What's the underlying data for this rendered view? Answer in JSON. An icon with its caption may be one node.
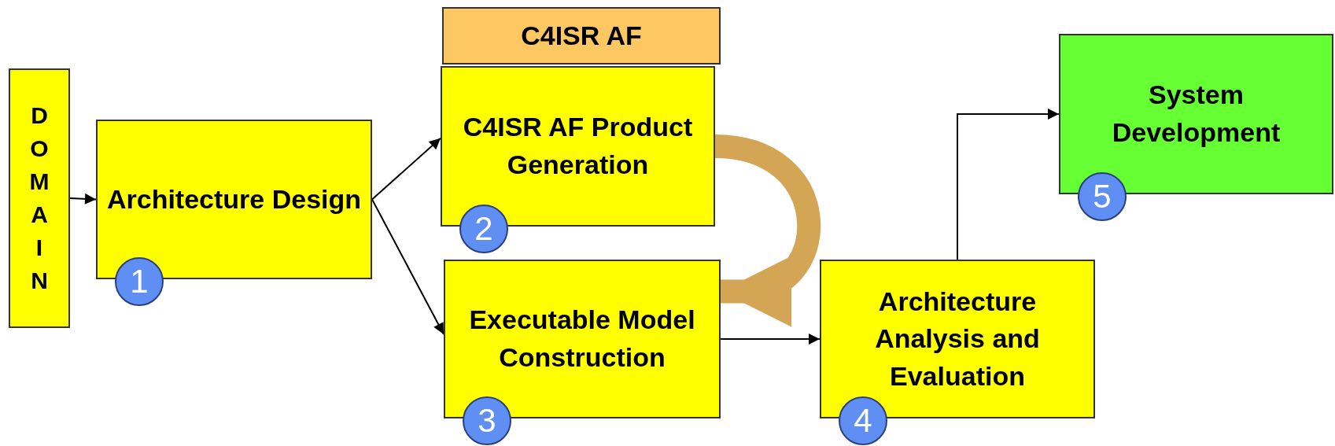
{
  "diagram": {
    "nodes": [
      {
        "text": [
          "DOMAIN"
        ]
      },
      {
        "text": [
          "Architecture Design"
        ],
        "beside": [
          "1"
        ]
      },
      {
        "text": [
          "C4ISR AF"
        ]
      },
      {
        "text": [
          "C4ISR AF Product Generation"
        ],
        "beside": [
          "2"
        ]
      },
      {
        "text": [
          "Executable Model Construction"
        ],
        "beside": [
          "3"
        ]
      },
      {
        "text": [
          "Architecture Analysis and Evaluation"
        ],
        "beside": [
          "4"
        ]
      },
      {
        "text": [
          "System Development"
        ],
        "beside": [
          "5"
        ]
      }
    ],
    "edges": [
      {
        "from": 0,
        "to": 1,
        "arrow": "to"
      },
      {
        "from": 1,
        "to": 3,
        "arrow": "to"
      },
      {
        "from": 1,
        "to": 4,
        "arrow": "to"
      },
      {
        "from": 3,
        "to": 4,
        "arrow": "to",
        "style": "thick",
        "color": "#d4a555"
      },
      {
        "from": 4,
        "to": 5,
        "arrow": "to"
      },
      {
        "from": 5,
        "to": 6,
        "arrow": "to"
      }
    ]
  }
}
